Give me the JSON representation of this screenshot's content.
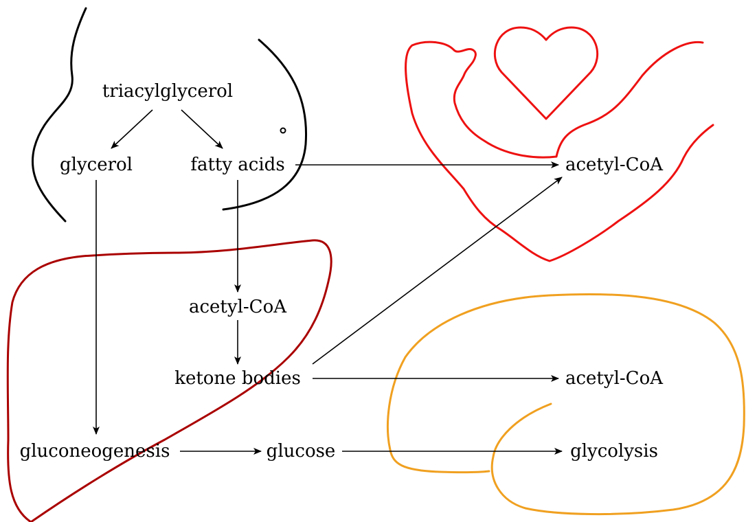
{
  "labels": {
    "triacylglycerol": "triacylglycerol",
    "glycerol": "glycerol",
    "fatty_acids": "fatty acids",
    "acetyl_coa_muscle": "acetyl-CoA",
    "acetyl_coa_liver": "acetyl-CoA",
    "ketone_bodies": "ketone bodies",
    "acetyl_coa_brain": "acetyl-CoA",
    "gluconeogenesis": "gluconeogenesis",
    "glucose": "glucose",
    "glycolysis": "glycolysis"
  },
  "colors": {
    "adipose_outline": "#000000",
    "muscle_outline": "#ee1111",
    "heart_outline": "#ee1111",
    "liver_outline": "#aa0000",
    "brain_outline": "#f0a020",
    "arrow": "#000000"
  },
  "icons": {
    "adipose": "adipose-tissue-outline",
    "muscle": "flexed-arm-outline",
    "heart": "heart-outline",
    "liver": "liver-outline",
    "brain": "brain-outline"
  }
}
